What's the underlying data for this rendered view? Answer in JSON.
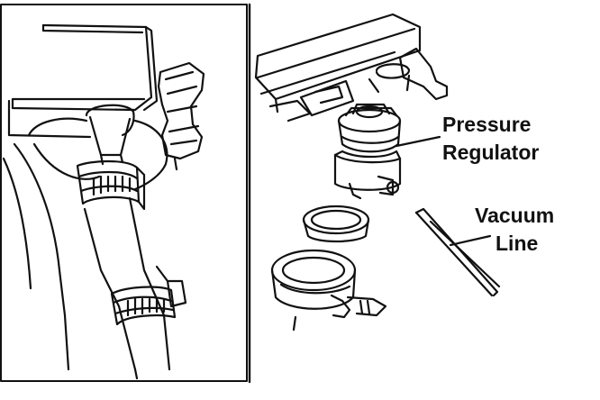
{
  "labels": {
    "pressure": "Pressure",
    "regulator": "Regulator",
    "vacuum": "Vacuum",
    "line": "Line"
  },
  "colors": {
    "ink": "#111111",
    "background": "#ffffff"
  }
}
